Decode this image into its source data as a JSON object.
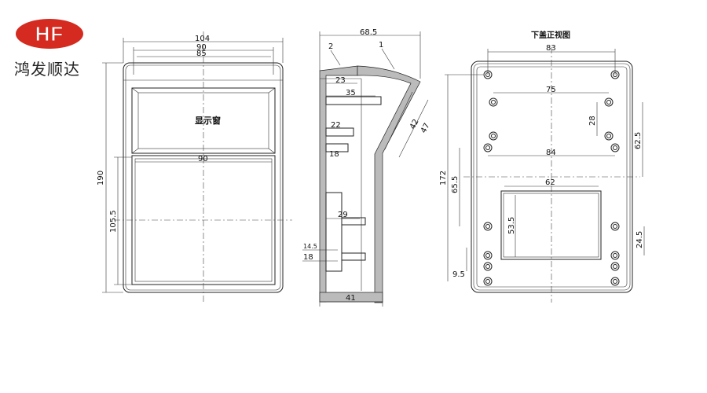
{
  "brand": {
    "logo_text": "HF",
    "name": "鸿发顺达"
  },
  "front_view": {
    "dims": {
      "overall_width": "104",
      "inner_width": "90",
      "window_width": "85",
      "lower_width": "90",
      "height": "190",
      "lower_height": "105.5"
    },
    "window_label": "显示窗"
  },
  "side_view": {
    "dims": {
      "depth": "68.5",
      "bottom_depth": "41",
      "d23": "23",
      "d35": "35",
      "d22": "22",
      "d18a": "18",
      "d42": "42",
      "d47": "47",
      "d29": "29",
      "d14_5": "14.5",
      "d18b": "18"
    },
    "callouts": [
      "2",
      "1"
    ]
  },
  "back_view": {
    "title": "下盖正视图",
    "dims": {
      "d83": "83",
      "d75": "75",
      "d28": "28",
      "d62_5": "62.5",
      "d84": "84",
      "d172": "172",
      "d65_5": "65.5",
      "d62": "62",
      "d53_5": "53.5",
      "d24_5": "24.5",
      "d9_5": "9.5"
    }
  }
}
